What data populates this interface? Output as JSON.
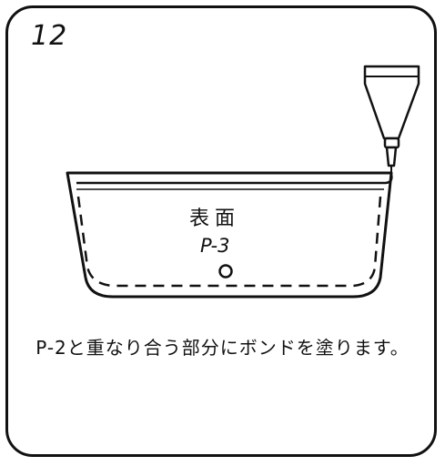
{
  "step_number": "12",
  "panel": {
    "face_label": "表面",
    "part_label": "P-3"
  },
  "instruction": "P-2と重なり合う部分にボンドを塗ります。",
  "icons": {
    "glue": "glue-tube-icon",
    "hole": "hole-circle-icon"
  },
  "colors": {
    "line": "#111111",
    "background": "#ffffff"
  }
}
